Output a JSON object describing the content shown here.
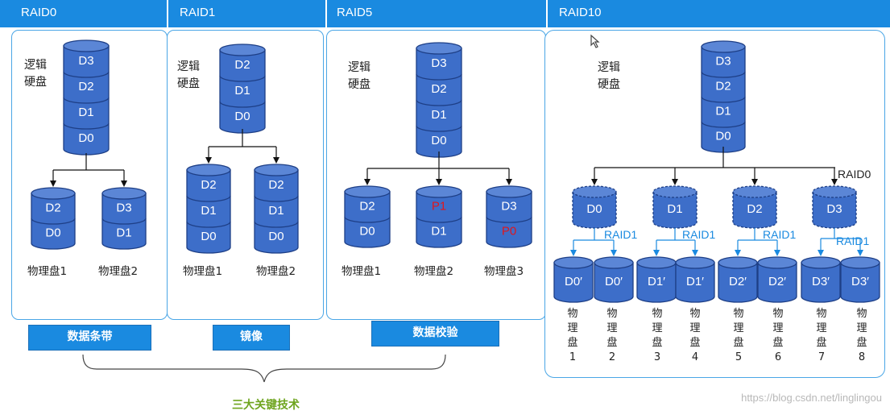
{
  "headers": [
    "RAID0",
    "RAID1",
    "RAID5",
    "RAID10"
  ],
  "logical_disk_label": "逻辑\n硬盘",
  "raid0": {
    "logical": [
      "D3",
      "D2",
      "D1",
      "D0"
    ],
    "disk1": [
      "D2",
      "D0"
    ],
    "disk2": [
      "D3",
      "D1"
    ],
    "disk1_label": "物理盘1",
    "disk2_label": "物理盘2",
    "tag": "数据条带"
  },
  "raid1": {
    "logical": [
      "D2",
      "D1",
      "D0"
    ],
    "disk1": [
      "D2",
      "D1",
      "D0"
    ],
    "disk2": [
      "D2",
      "D1",
      "D0"
    ],
    "disk1_label": "物理盘1",
    "disk2_label": "物理盘2",
    "tag": "镜像"
  },
  "raid5": {
    "logical": [
      "D3",
      "D2",
      "D1",
      "D0"
    ],
    "disk1": [
      "D2",
      "D0"
    ],
    "disk2": [
      "P1",
      "D1"
    ],
    "disk3": [
      "D3",
      "P0"
    ],
    "disk1_label": "物理盘1",
    "disk2_label": "物理盘2",
    "disk3_label": "物理盘3",
    "tag": "数据校验",
    "parity_color": "#e0161c"
  },
  "raid10": {
    "logical": [
      "D3",
      "D2",
      "D1",
      "D0"
    ],
    "raid0_label": "RAID0",
    "virtual": [
      "D0",
      "D1",
      "D2",
      "D3"
    ],
    "raid1_label": "RAID1",
    "physical": [
      "D0′",
      "D0′",
      "D1′",
      "D1′",
      "D2′",
      "D2′",
      "D3′",
      "D3′"
    ],
    "physical_labels": [
      "物\n理\n盘\n1",
      "物\n理\n盘\n2",
      "物\n理\n盘\n3",
      "物\n理\n盘\n4",
      "物\n理\n盘\n5",
      "物\n理\n盘\n6",
      "物\n理\n盘\n7",
      "物\n理\n盘\n8"
    ]
  },
  "caption": "三大关键技术",
  "watermark": "https://blog.csdn.net/linglingou",
  "colors": {
    "header_blue": "#1a8ae0",
    "disk_fill": "#3d6ec9",
    "disk_stroke": "#1e3f86",
    "link_blue": "#1a8ae0",
    "caption_green": "#6fa51f"
  }
}
